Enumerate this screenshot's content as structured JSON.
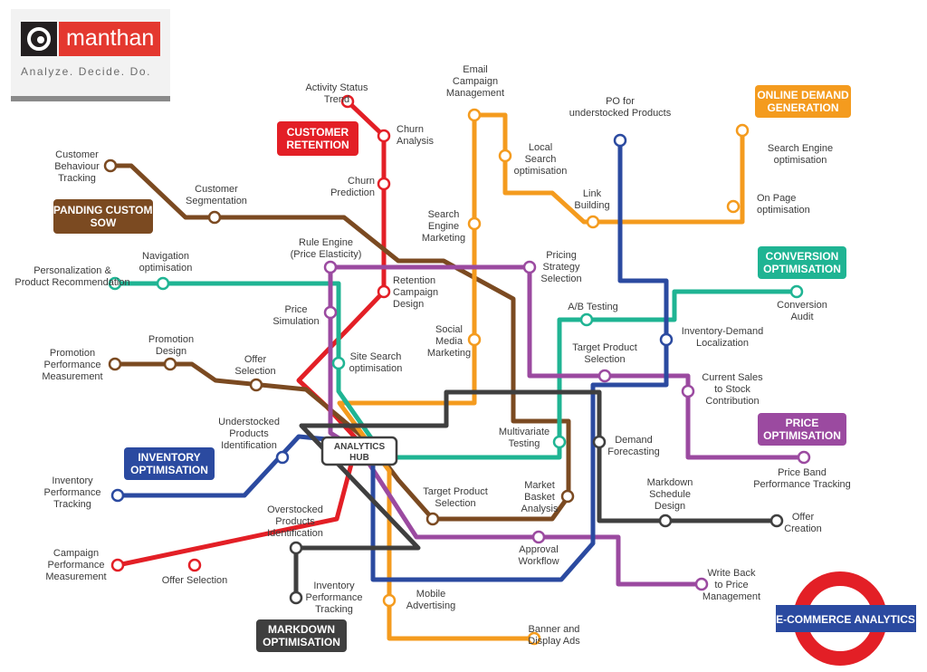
{
  "logo": {
    "wordmark": "manthan",
    "tagline": "Analyze. Decide. Do."
  },
  "hub": {
    "label": "ANALYTICS HUB"
  },
  "roundel": {
    "label": "E-COMMERCE ANALYTICS",
    "ring_color": "#e31f26",
    "bar_color": "#2b4aa0"
  },
  "line_colors": {
    "customer_retention": "#e31f26",
    "expanding_customer_sow": "#7b4a21",
    "online_demand_generation": "#f49b1e",
    "conversion_optimisation": "#1fb493",
    "price_optimisation": "#9b4aa0",
    "inventory_optimisation": "#2b4aa0",
    "markdown_optimisation": "#3f3f3f"
  },
  "line_boxes": {
    "customer_retention": "CUSTOMER RETENTION",
    "expanding_customer_sow": "EXPANDING CUSTOMER SOW",
    "online_demand_generation": "ONLINE DEMAND GENERATION",
    "conversion_optimisation": "CONVERSION OPTIMISATION",
    "price_optimisation": "PRICE OPTIMISATION",
    "inventory_optimisation": "INVENTORY OPTIMISATION",
    "markdown_optimisation": "MARKDOWN OPTIMISATION"
  },
  "stations": {
    "activity_status_trend": "Activity Status Trend",
    "churn_analysis": "Churn Analysis",
    "churn_prediction": "Churn Prediction",
    "retention_campaign_design": "Retention Campaign Design",
    "customer_behaviour_tracking": "Customer Behaviour Tracking",
    "customer_segmentation": "Customer Segmentation",
    "email_campaign_management": "Email Campaign Management",
    "local_search_optimisation": "Local Search optimisation",
    "link_building": "Link Building",
    "on_page_optimisation": "On Page optimisation",
    "search_engine_optimisation": "Search Engine optimisation",
    "search_engine_marketing": "Search Engine Marketing",
    "social_media_marketing": "Social Media Marketing",
    "mobile_advertising": "Mobile Advertising",
    "banner_display_ads": "Banner and Display Ads",
    "po_understocked": "PO for understocked Products",
    "inventory_demand_localization": "Inventory-Demand Localization",
    "rule_engine": "Rule Engine (Price Elasticity)",
    "pricing_strategy_selection": "Pricing Strategy Selection",
    "price_simulation": "Price Simulation",
    "current_sales_to_stock": "Current Sales to Stock Contribution",
    "price_band_performance": "Price Band Performance Tracking",
    "approval_workflow": "Approval Workflow",
    "write_back_price": "Write Back to Price Management",
    "personalization": "Personalization & Product Recommendation",
    "navigation_optimisation": "Navigation optimisation",
    "site_search_optimisation": "Site Search optimisation",
    "multivariate_testing": "Multivariate Testing",
    "ab_testing": "A/B Testing",
    "conversion_audit": "Conversion Audit",
    "target_product_selection_conv": "Target Product Selection",
    "promotion_performance": "Promotion Performance Measurement",
    "promotion_design": "Promotion Design",
    "offer_selection_top": "Offer Selection",
    "target_product_selection": "Target Product Selection",
    "market_basket_analysis": "Market Basket Analysis",
    "inventory_performance_tracking_left": "Inventory Performance Tracking",
    "understocked_identification": "Understocked Products Identification",
    "demand_forecasting": "Demand Forecasting",
    "campaign_performance": "Campaign Performance Measurement",
    "offer_selection_bottom": "Offer Selection",
    "overstocked_identification": "Overstocked Products Identification",
    "inventory_performance_tracking": "Inventory Performance Tracking",
    "markdown_schedule_design": "Markdown Schedule Design",
    "offer_creation": "Offer Creation"
  }
}
